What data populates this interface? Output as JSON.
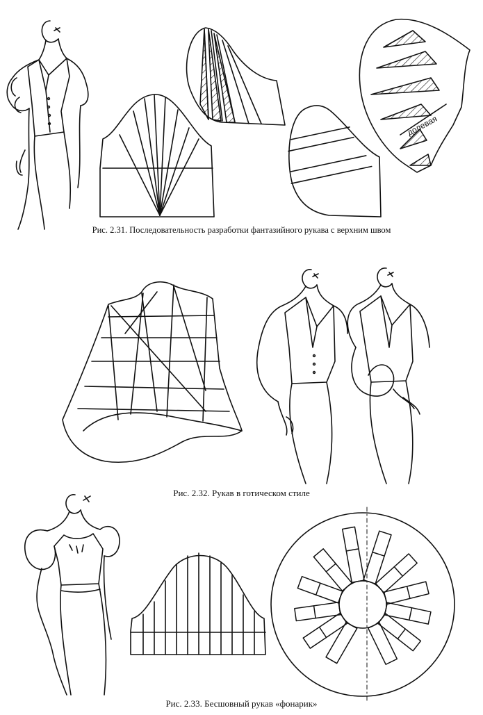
{
  "figures": [
    {
      "caption": "Рис. 2.31. Последовательность разработки фантазийного рукава с верхним швом",
      "pattern_label": "долевая"
    },
    {
      "caption": "Рис. 2.32. Рукав в готическом стиле"
    },
    {
      "caption": "Рис. 2.33. Бесшовный рукав «фонарик»"
    }
  ],
  "colors": {
    "ink": "#111111",
    "background": "#ffffff"
  }
}
